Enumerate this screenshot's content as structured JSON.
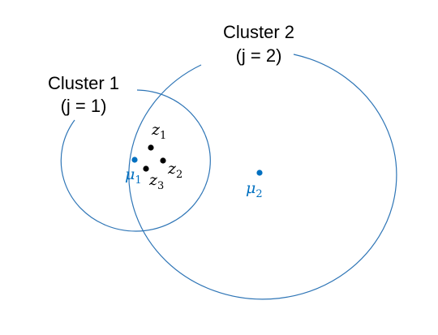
{
  "colors": {
    "circle_stroke": "#2e75b6",
    "mean_point": "#0070c0",
    "data_point": "#000000",
    "label_text": "#000000"
  },
  "clusters": [
    {
      "title": "Cluster 1",
      "index_label": "(j = 1)",
      "mean_symbol": "μ",
      "mean_subscript": "1"
    },
    {
      "title": "Cluster 2",
      "index_label": "(j = 2)",
      "mean_symbol": "μ",
      "mean_subscript": "2"
    }
  ],
  "data_points": [
    {
      "symbol": "z",
      "subscript": "1"
    },
    {
      "symbol": "z",
      "subscript": "2"
    },
    {
      "symbol": "z",
      "subscript": "3"
    }
  ]
}
